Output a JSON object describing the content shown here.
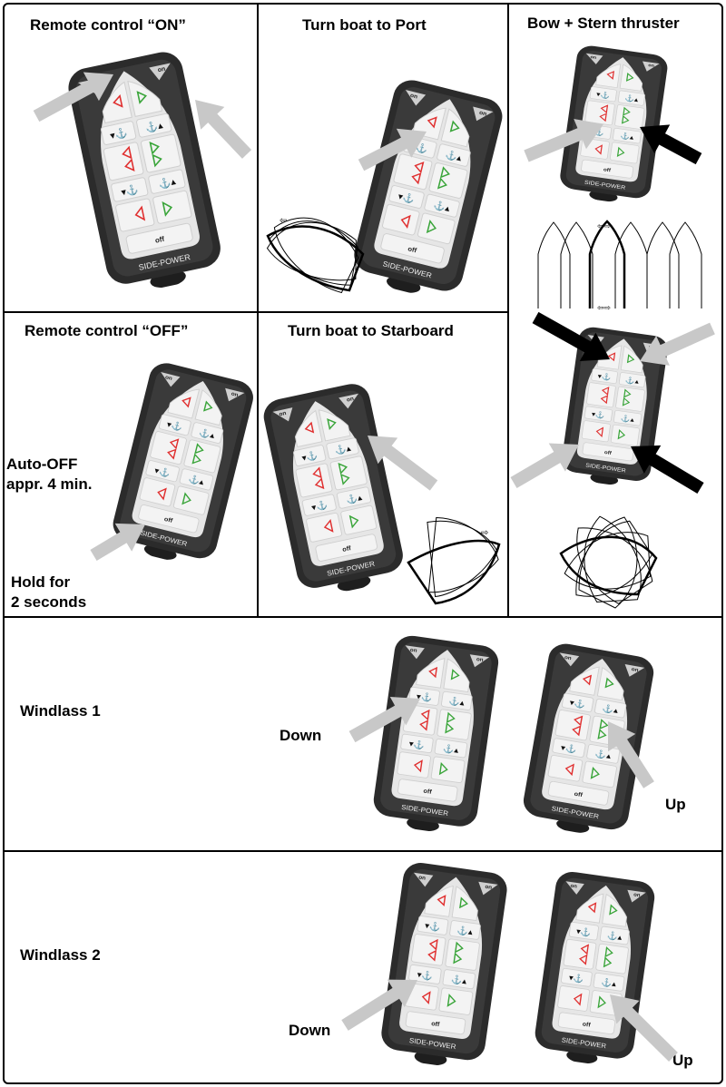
{
  "panels": {
    "on": {
      "title": "Remote control “ON”"
    },
    "port": {
      "title": "Turn boat to Port"
    },
    "bowstern": {
      "title": "Bow + Stern thruster"
    },
    "off": {
      "title": "Remote control “OFF”",
      "auto_off": "Auto-OFF\nappr. 4 min.",
      "hold": "Hold for\n2 seconds"
    },
    "starboard": {
      "title": "Turn boat to Starboard"
    },
    "windlass1": {
      "title": "Windlass 1",
      "down": "Down",
      "up": "Up"
    },
    "windlass2": {
      "title": "Windlass 2",
      "down": "Down",
      "up": "Up"
    }
  },
  "remote": {
    "on_label": "on",
    "off_label": "off",
    "brand": "SIDE-POWER"
  },
  "colors": {
    "arrow_gray": "#c8c8c8",
    "arrow_black": "#000000",
    "remote_body": "#2b2b2b",
    "button_face": "#e8e8e8",
    "red_triangle": "#e03030",
    "green_triangle": "#3aa53a"
  }
}
